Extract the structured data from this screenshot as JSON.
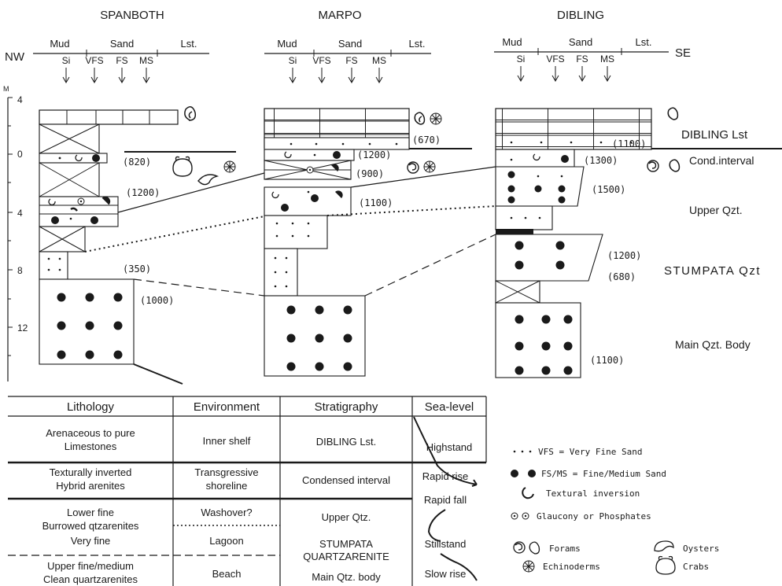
{
  "sections": [
    {
      "name": "SPANBOTH"
    },
    {
      "name": "MARPO"
    },
    {
      "name": "DIBLING"
    }
  ],
  "directions": {
    "left": "NW",
    "right": "SE"
  },
  "grain_header": {
    "groups": [
      "Mud",
      "Sand",
      "Lst."
    ],
    "ticks": [
      "Si",
      "VFS",
      "FS",
      "MS"
    ]
  },
  "depth_axis": {
    "unit": "M",
    "labels": [
      "4",
      "0",
      "4",
      "8",
      "12"
    ]
  },
  "thickness_labels": {
    "spanboth": [
      "(820)",
      "(1200)",
      "(350)",
      "(1000)"
    ],
    "marpo": [
      "(670)",
      "(1200)",
      "(900)",
      "(1100)"
    ],
    "dibling": [
      "(1100)",
      "(1300)",
      "(1500)",
      "(1200)",
      "(680)",
      "(1100)"
    ]
  },
  "unit_labels": [
    "DIBLING Lst",
    "Cond.interval",
    "Upper Qzt.",
    "STUMPATA Qzt",
    "Main Qzt. Body"
  ],
  "table": {
    "headers": [
      "Lithology",
      "Environment",
      "Stratigraphy",
      "Sea-level"
    ],
    "lithology": [
      [
        "Arenaceous to pure",
        "Limestones"
      ],
      [
        "Texturally inverted",
        "Hybrid arenites"
      ],
      [
        "Lower fine",
        "Burrowed qtzarenites"
      ],
      [
        "Very fine"
      ],
      [
        "Upper fine/medium",
        "Clean quartzarenites"
      ]
    ],
    "environment": [
      [
        "Inner shelf"
      ],
      [
        "Transgressive",
        "shoreline"
      ],
      [
        "Washover?"
      ],
      [
        "Lagoon"
      ],
      [
        "Beach"
      ]
    ],
    "stratigraphy": [
      [
        "DIBLING Lst."
      ],
      [
        "Condensed interval"
      ],
      [
        "Upper Qtz."
      ],
      [
        "STUMPATA",
        "QUARTZARENITE"
      ],
      [
        "Main Qtz. body"
      ]
    ],
    "sealevel": [
      "Highstand",
      "Rapid rise",
      "Rapid fall",
      "Stillstand",
      "Slow rise"
    ]
  },
  "legend": {
    "vfs": "VFS = Very Fine Sand",
    "fsms": "FS/MS = Fine/Medium Sand",
    "textural": "Textural inversion",
    "glaucony": "Glaucony or Phosphates",
    "forams": "Forams",
    "oysters": "Oysters",
    "echinoderms": "Echinoderms",
    "crabs": "Crabs"
  }
}
